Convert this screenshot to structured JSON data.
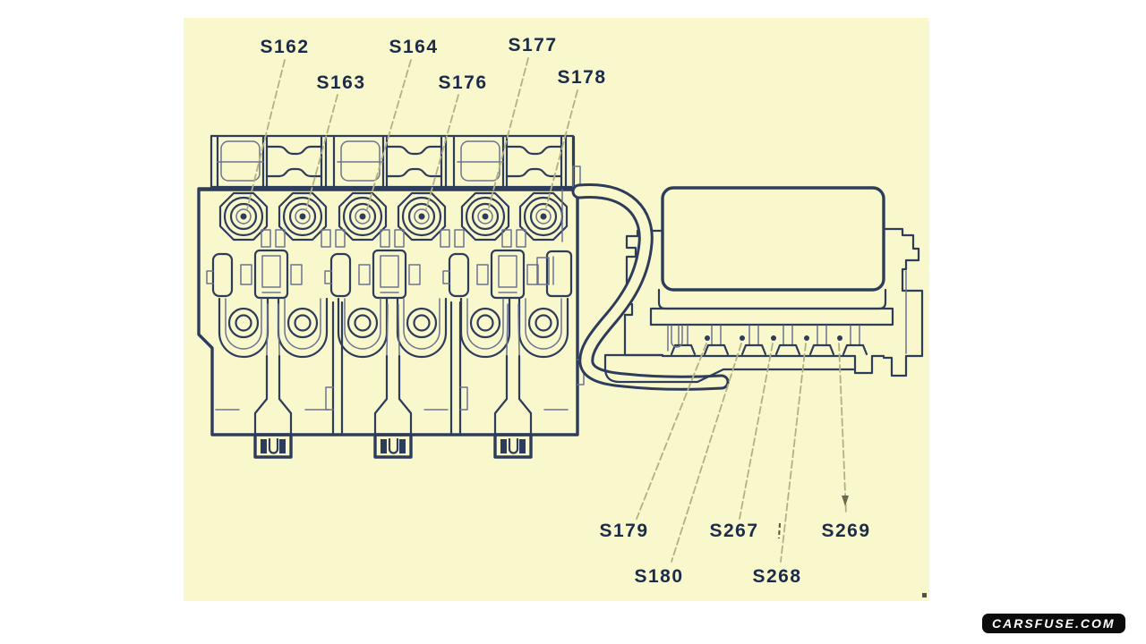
{
  "page": {
    "background": "#ffffff"
  },
  "panel": {
    "background": "#f8f8cc"
  },
  "diagram": {
    "kind": "fuse-box-wiring-diagram",
    "top_labels": [
      "S162",
      "S163",
      "S164",
      "S176",
      "S177",
      "S178"
    ],
    "bottom_labels": [
      "S179",
      "S180",
      "S267",
      "S268",
      "S269"
    ],
    "colors": {
      "line": "#2e3c5c",
      "inner_line": "#6a7292",
      "leader_line": "#b2b185",
      "label_text": "#1d2b4b"
    }
  },
  "watermark": {
    "text": "CARSFUSE.COM",
    "background": "#0b0b0b",
    "text_color": "#ffffff"
  }
}
